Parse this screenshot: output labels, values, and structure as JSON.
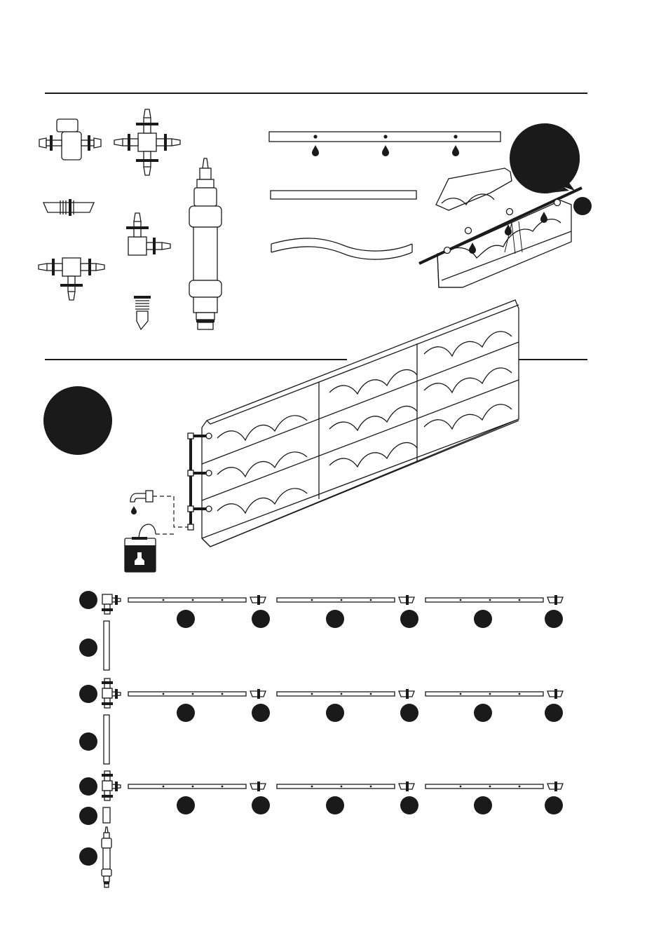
{
  "colors": {
    "ink": "#1a1a1a",
    "paper": "#ffffff"
  },
  "parts_section": {
    "parts": [
      {
        "name": "valve-connector-icon"
      },
      {
        "name": "cross-connector-icon"
      },
      {
        "name": "end-plug-icon"
      },
      {
        "name": "tee-connector-icon"
      },
      {
        "name": "elbow-connector-icon"
      },
      {
        "name": "water-filter-icon"
      },
      {
        "name": "stake-icon"
      },
      {
        "name": "drip-pipe-icon"
      },
      {
        "name": "plain-pipe-icon"
      },
      {
        "name": "flexible-pipe-icon"
      }
    ],
    "drip_pipe_drop_count": 3,
    "detail_badge_text": ""
  },
  "assembly_section": {
    "module_rows": 3,
    "module_columns": 3,
    "main_badge_text": "",
    "water_sources": [
      {
        "name": "tap-icon"
      },
      {
        "name": "tank-icon"
      }
    ]
  },
  "layout_section": {
    "rows": [
      {
        "row_badge": "",
        "segment_badges": [
          "",
          "",
          "",
          "",
          "",
          ""
        ]
      },
      {
        "row_badge": "",
        "segment_badges": [
          "",
          "",
          "",
          "",
          "",
          ""
        ]
      },
      {
        "row_badge": "",
        "segment_badges": [
          "",
          "",
          "",
          "",
          "",
          ""
        ]
      }
    ],
    "connector_badges": [
      "",
      ""
    ],
    "bottom_badges": [
      "",
      ""
    ],
    "segments_per_row": 3
  }
}
